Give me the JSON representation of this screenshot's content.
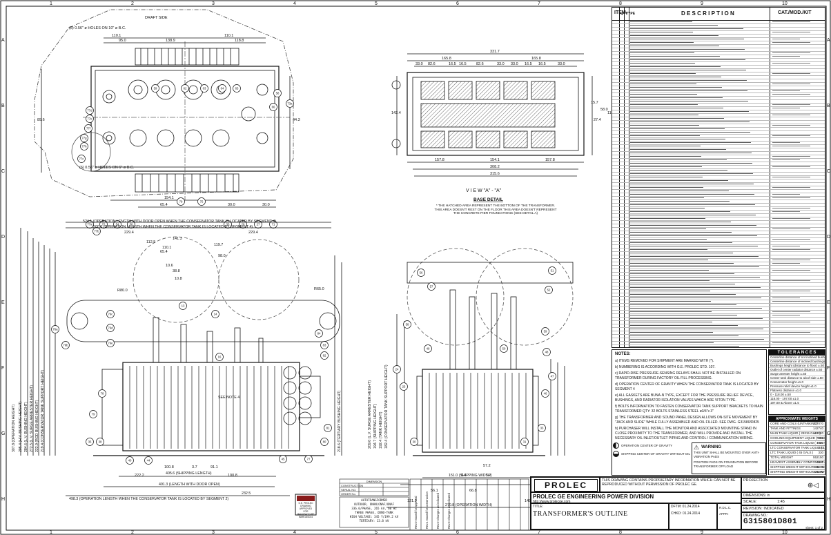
{
  "drawing": {
    "company": "PROLEC",
    "company_full": "PROLEC GE ENGINEERING POWER DIVISION",
    "website": "http://www.prolecge.com",
    "title_label": "TITLE:",
    "title": "TRANSFORMER'S OUTLINE",
    "projection_label": "PROJECTION",
    "dimensions_label": "DIMENSIONS: in",
    "scale_label": "SCALE:",
    "scale": "1:45",
    "revision_label": "REVISION:",
    "revision": "INDICATED",
    "drawing_no_label": "DRAWING NO.:",
    "drawing_no": "G315801D801",
    "sheet": "sheet: 1 of 2",
    "dftm_label": "DFTM:",
    "dftm_date": "01.24.2014",
    "chkd_label": "CHKD:",
    "chkd_date": "01.24.2014",
    "rdlc_label": "R.D.L.C.",
    "appr_label": "APPR:",
    "proprietary": "THIS DRAWING CONTAINS PROPRIETARY INFORMATION WHICH CAN NOT BE REPRODUCED WITHOUT PERMISSION OF PROLEC GE."
  },
  "grid": {
    "columns": [
      "1",
      "2",
      "3",
      "4",
      "5",
      "6",
      "7",
      "8",
      "9",
      "10"
    ],
    "rows": [
      "A",
      "B",
      "C",
      "D",
      "E",
      "F",
      "G",
      "H"
    ]
  },
  "views": {
    "view_a_label": "V I E W   \"A\" - \"A\"",
    "base_detail_title": "BASE DETAIL",
    "base_detail_note": "* THE HATCHED AREA REPRESENT THE BOTTOM OF THE TRANSFORMER. THIS AREA DOESN'T REST ON THE FLOOR THIS AREA DOESN'T REPRESENT THE CONCRETE PIER FOUNDATIONS (SEE DETAIL A)",
    "holes_top": "(8) 0.56\" ø HOLES ON 10\" ø B.C.",
    "holes_bottom": "(6) 0.56\" ø HOLES ON 6\" ø B.C.",
    "draft_side": "DRAFT SIDE",
    "see_note": "SEE NOTE 4",
    "dim_length_door": "524.1 (OPERATION LENGTH WITH DOOR OPEN WHEN THE CONSERVATOR TANK IS LOCATED BY SEGMENT 4)",
    "dim_length": "500.0 (OPERATION LENGTH WHEN THE CONSERVATOR TANK IS LOCATED BY SEGMENT 4)",
    "dim_shipping_length": "405.6 (SHIPPING LENGTH)",
    "dim_length_door2": "491.3 (LENGTH WITH DOOR OPEN)",
    "dim_seg2": "498.3 (OPERATION LENGTH WHEN THE CONSERVATOR TANK IS LOCATED BY SEGMENT 2)",
    "dim_seg2_b": "232.5",
    "dim_shipping_width": "151.0 (SHIPPING WIDTH)",
    "dim_operation_width": "270.8 (OPERATION WIDTH)",
    "dim_op_height": "307.8 (OPERATION HEIGHT)",
    "dim_hv_height": "295.4 (H.V. BUSHING HEIGHT)",
    "dim_lv_height": "284.6 (L.V. BUSHING HEIGHT)",
    "dim_arrester": "272.5 (L.V. SURGE ARRESTER HEIGHT)",
    "dim_rod_height": "222.9 (ROD BUSHING HEIGHT)",
    "dim_cons_height": "219.4 (CONSERVATOR TANK SUPPORT HEIGHT)",
    "dim_tert_height": "218.6 (TERTIARY BUSHING HEIGHT)",
    "dim_ship_height": "209.0 (L.V. SURGE ARRESTER HEIGHT)",
    "dim_ship_height2": "194.7 (SHIPPING HEIGHT)",
    "dim_tank_height": "192.4 (TANK HEIGHT)",
    "dim_cons_height2": "182.4 (CONSERVATOR TANK SUPPORT HEIGHT)",
    "top_dims": [
      "110.1",
      "110.1",
      "95.0",
      "138.9",
      "118.8",
      "65.4",
      "30.0",
      "30.0",
      "154.1",
      "89.6",
      "44.3"
    ],
    "base_dims": [
      "331.7",
      "165.8",
      "165.8",
      "33.0",
      "82.6",
      "16.5",
      "16.5",
      "82.6",
      "33.0",
      "33.0",
      "16.5",
      "16.5",
      "33.0",
      "157.8",
      "154.1",
      "157.8",
      "308.2",
      "315.6",
      "15.7",
      "27.4",
      "58.0",
      "118.0",
      "142.4"
    ],
    "front_dims": [
      "229.4",
      "229.4",
      "141.3",
      "112.5",
      "110.1",
      "119.7",
      "65.4",
      "98.0",
      "10.6",
      "38.8",
      "10.8",
      "100.8",
      "3.7",
      "91.1",
      "222.2",
      "100.8"
    ],
    "side_dims": [
      "56.1",
      "66.8",
      "121.2",
      "149.8",
      "0.4",
      "5.7",
      "57.2"
    ],
    "radii": [
      "R80.0",
      "R65.0",
      "R65.0",
      "R65.0"
    ],
    "balloons_top": [
      "59",
      "62",
      "63",
      "64",
      "65",
      "66",
      "77d",
      "77e",
      "77f",
      "77g",
      "77h",
      "77c",
      "79",
      "75",
      "58",
      "73a",
      "77a",
      "77b",
      "33",
      "28",
      "27",
      "71",
      "72",
      "54",
      "56"
    ],
    "balloons_front": [
      "76a",
      "76b",
      "76c",
      "76d",
      "76e",
      "78",
      "79",
      "13",
      "14",
      "16",
      "35",
      "38",
      "40",
      "44",
      "45",
      "77",
      "80",
      "81",
      "82",
      "83",
      "84"
    ],
    "balloons_side": [
      "51",
      "52",
      "56",
      "57",
      "58",
      "59",
      "24",
      "25",
      "30",
      "31",
      "33",
      "46",
      "47",
      "48",
      "49",
      "50"
    ]
  },
  "description_table": {
    "headers": [
      "ITEM",
      "QTY",
      "TYPE",
      "D E S C R I P T I O N",
      "CAT./MOD./KIT"
    ],
    "row_count": 118
  },
  "notes": {
    "title": "NOTES:",
    "items": [
      "a) ITEMS REMOVED FOR SHIPMENT ARE MARKED WITH (*).",
      "b) NUMBERING IS ACCORDING WITH G.E. PROLEC STD. 107.",
      "c) RAPID-RISE PRESSURE-SENSING RELAYS SHALL NOT BE INSTALLED ON TRANSFORMER DURING FACTORY OIL FILL PROCESSING.",
      "d) OPERATION CENTER OF GRAVITY WHEN THE CONSERVATOR TANK IS LOCATED BY SEGMENT 4",
      "e) ALL GASKETS ARE BUNA-N TYPE, EXCEPT FOR THE PRESSURE RELIEF DEVICE, BUSHINGS, AND RADIATOR ISOLATION VALVES WHICH ARE VITON TYPE.",
      "f) BOLTS INFORMATION TO FASTEN CONSERVATOR TANK SUPPORT BRACKETS TO MAIN TRANSFORMER QTY: 32 BOLTS STAINLESS STEEL ø3/4\"x 3\"",
      "g) THE TRANSFORMER AND SOUND PANEL DESIGN ALLOWS ON-SITE MOVEMENT BY \"JACK AND SLIDE\" WHILE FULLY ASSEMBLED AND OIL FILLED. SEE DWG. G31580/D825",
      "h) PURCHASER WILL INSTALL THE MONITOR AND ASSOCIATED MOUNTING STAND IN CLOSE PROXIMITY TO THE TRANSFORMER, AND WILL PROVIDE AND INSTALL THE NECESSARY OIL INLET/OUTLET PIPING AND CONTROL / COMMUNICATION WIRING."
    ]
  },
  "legend": {
    "cog_operation": "OPERATION CENTER OF GRAVITY",
    "cog_shipping": "SHIPPING CENTER OF GRAVITY WITHOUT OIL",
    "warning_title": "WARNING",
    "warning_text": "THIS UNIT SHALL BE MOUNTED OVER ANTI-VIBRATION PADS",
    "position_pads": "POSITION PADS ON FOUNDATION BEFORE TRANSFORMER OFFLOAD"
  },
  "tolerances": {
    "title": "T O L E R A N C E S",
    "rows": [
      "Centerline distance of not inclined bushings ±.25",
      "Centerline distance of inclined bushings ±.50",
      "Bushings height (distance to floor) ±.50",
      "Outlet of center radiator distance ±.50",
      "Surge arrester height ±.50",
      "Center tank distance to aloof side ±.50",
      "Conservator height ±1.0",
      "Pressure relief device height ±1.0",
      "Flatness distance ±1.0",
      "0 - 118.00 ±.50",
      "118.00 - 197.00 ±1.0",
      "197.00 & Above ±1.5"
    ]
  },
  "weights": {
    "title": "APPROXIMATE WEIGHTS (POUNDS)",
    "rows": [
      {
        "label": "CORE AND COILS (UNTANKING)",
        "value": "227070"
      },
      {
        "label": "TANK AND FITTINGS",
        "value": "142740"
      },
      {
        "label": "MAIN TANK LIQUID ( 29315 GALS )",
        "value": "167320"
      },
      {
        "label": "COOLING EQUIPMENT LIQUID ( 1013 GALS )",
        "value": "7085"
      },
      {
        "label": "CONSERVATOR TANK LIQUID ( 1020 GALS )",
        "value": "7080"
      },
      {
        "label": "LTC CONSERVATOR TANK LIQUID ( 13 GALS )",
        "value": "210"
      },
      {
        "label": "LTC TANK LIQUID ( 45 GALS )",
        "value": "330"
      },
      {
        "label": "TOTAL WEIGHT",
        "value": "552150"
      },
      {
        "label": "HEAVIEST ASSEMBLY COMPONENT (COPS TK)",
        "value": "4640"
      },
      {
        "label": "SHIPPING WEIGHT WITHOUT OIL AND WITH PANELS",
        "value": "333870"
      },
      {
        "label": "SHIPPING WEIGHT WITHOUT OIL WITHOUT PANELS",
        "value": "329380"
      }
    ]
  },
  "stamps": {
    "nameplate_lines": [
      "AUTOTRANSFORMER",
      "OUTDOOR, ONAN/ONAF/ONAF",
      "336.0/PHASE, 265 kV, 60 Hz",
      "THREE PHASE, ODNO-TANK",
      "HIGH VOLTAGE: 345 Y/199.2 kV",
      "TERTIARY: 13.8 kV"
    ],
    "red_stamp": [
      "G.E. PROLEC",
      "DRAWING APPROVED",
      "FOR MANUFACTURE",
      "MAR/18/2014"
    ],
    "small_table": [
      "DIMENSION",
      "CONSTRUCTION",
      "SERIAL NO.",
      "ORDER No."
    ]
  },
  "revisions": [
    "Rev.0 Issued for approval",
    "Rev.1 Issued for construction",
    "Rev.2 Changes as indicated",
    "Rev.3 Changes as indicated"
  ]
}
